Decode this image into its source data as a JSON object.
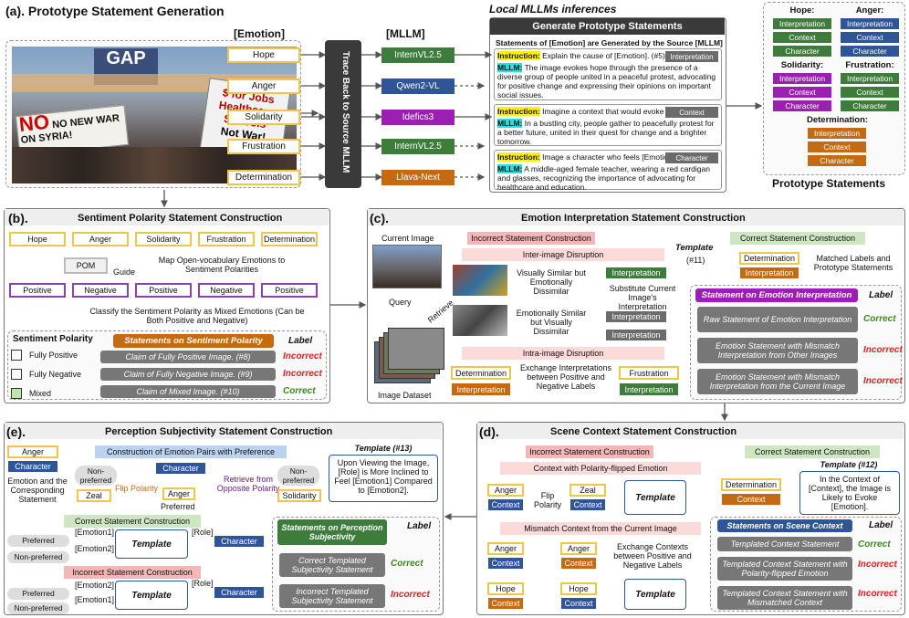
{
  "a": {
    "title": "(a). Prototype Statement Generation",
    "emotion_header": "[Emotion]",
    "mllm_header": "[MLLM]",
    "trace_label": "Trace Back to Source MLLM",
    "emotions": [
      "Hope",
      "Anger",
      "Solidarity",
      "Frustration",
      "Determination"
    ],
    "mllms": [
      "InternVL2.5",
      "Qwen2-VL",
      "Idefics3",
      "InternVL2.5",
      "Llava-Next"
    ],
    "local_title": "Local MLLMs inferences",
    "gen_title": "Generate Prototype Statements",
    "gen_sub": "Statements of [Emotion] are Generated by the Source [MLLM]",
    "instr_label": "Instruction:",
    "mllm_label": "MLLM:",
    "blocks": [
      {
        "instr": "Explain the cause of [Emotion]. (#5)",
        "tag": "Interpretation",
        "resp": "The image evokes hope through the presence of a diverse group of people united in a peaceful protest, advocating for positive change and expressing their opinions on important social issues."
      },
      {
        "instr": "Imagine a context that would evoke [Emotion]. (#6)",
        "tag": "Context",
        "resp": "In a bustling city, people gather to peacefully protest for a better future, united in their quest for change and a brighter tomorrow."
      },
      {
        "instr": "Image a character who feels [Emotion]. (#7)",
        "tag": "Character",
        "resp": "A middle-aged female teacher, wearing a red cardigan and glasses, recognizing the importance of advocating for healthcare and education."
      }
    ],
    "proto_groups": [
      {
        "name": "Hope:",
        "items": [
          "Interpretation",
          "Context",
          "Character"
        ],
        "color": "green"
      },
      {
        "name": "Anger:",
        "items": [
          "Interpretation",
          "Context",
          "Character"
        ],
        "color": "blue"
      },
      {
        "name": "Solidarity:",
        "items": [
          "Interpretation",
          "Context",
          "Character"
        ],
        "color": "purple"
      },
      {
        "name": "Frustration:",
        "items": [
          "Interpretation",
          "Context",
          "Character"
        ],
        "color": "green"
      },
      {
        "name": "Determination:",
        "items": [
          "Interpretation",
          "Context",
          "Character"
        ],
        "color": "orange"
      }
    ],
    "proto_title": "Prototype Statements",
    "sign_text": "NO NEW WAR ON SYRIA!"
  },
  "b": {
    "title": "(b).",
    "heading": "Sentiment Polarity Statement Construction",
    "emotions": [
      "Hope",
      "Anger",
      "Solidarity",
      "Frustration",
      "Determination"
    ],
    "pom": "POM",
    "guide": "Guide",
    "map_text": "Map Open-vocabulary Emotions to Sentiment Polarities",
    "polarities": [
      "Positive",
      "Negative",
      "Positive",
      "Negative",
      "Positive"
    ],
    "classify_text": "Classify the Sentiment Polarity as Mixed Emotions (Can be Both Positive and Negative)",
    "sp_title": "Sentiment Polarity",
    "sp_options": [
      "Fully Positive",
      "Fully Negative",
      "Mixed"
    ],
    "statements_header": "Statements on Sentiment Polarity",
    "label": "Label",
    "statements": [
      "Claim of Fully Positive Image. (#8)",
      "Claim of Fully Negative Image. (#9)",
      "Claim of Mixed Image. (#10)"
    ],
    "labels": [
      "Incorrect",
      "Incorrect",
      "Correct"
    ]
  },
  "c": {
    "title": "(c).",
    "heading": "Emotion Interpretation Statement Construction",
    "current_image": "Current Image",
    "query": "Query",
    "retrieve": "Retrieve",
    "dataset": "Image Dataset",
    "incorrect_title": "Incorrect Statement Construction",
    "inter": "Inter-image Disruption",
    "vis_sim": "Visually Similar but Emotionally Dissimilar",
    "emo_sim": "Emotionally Similar but Visually Dissimilar",
    "substitute": "Substitute Current Image's Interpretation",
    "interp": "Interpretation",
    "intra": "Intra-image Disruption",
    "determination": "Determination",
    "frustration": "Frustration",
    "exchange": "Exchange Interpretations between Positive and Negative Labels",
    "template": "Template",
    "template_num": "(#11)",
    "correct_title": "Correct Statement Construction",
    "matched": "Matched Labels and Prototype Statements",
    "stmt_header": "Statement on Emotion Interpretation",
    "label": "Label",
    "statements": [
      "Raw Statement of Emotion Interpretation",
      "Emotion Statement with Mismatch Interpretation from Other Images",
      "Emotion Statement with Mismatch Interpretation from the Current Image"
    ],
    "labels": [
      "Correct",
      "Incorrect",
      "Incorrect"
    ]
  },
  "d": {
    "title": "(d).",
    "heading": "Scene Context Statement Construction",
    "incorrect_title": "Incorrect Statement Construction",
    "polarity_flip": "Context with Polarity-flipped Emotion",
    "anger": "Anger",
    "zeal": "Zeal",
    "hope": "Hope",
    "context": "Context",
    "flip": "Flip Polarity",
    "template": "Template",
    "mismatch": "Mismatch Context from the Current Image",
    "exchange": "Exchange Contexts between Positive and Negative Labels",
    "correct_title": "Correct Statement Construction",
    "determination": "Determination",
    "template_num": "Template (#12)",
    "template_text": "In the Context of [Context], the Image is Likely to Evoke [Emotion].",
    "stmt_header": "Statements on Scene Context",
    "label": "Label",
    "statements": [
      "Templated Context Statement",
      "Templated Context Statement with Polarity-flipped Emotion",
      "Templated Context Statement with Mismatched Context"
    ],
    "labels": [
      "Correct",
      "Incorrect",
      "Incorrect"
    ]
  },
  "e": {
    "title": "(e).",
    "heading": "Perception Subjectivity Statement Construction",
    "anger": "Anger",
    "character": "Character",
    "emo_note": "Emotion and the Corresponding Statement",
    "pairs_title": "Construction of Emotion Pairs with Preference",
    "non_pref": "Non-preferred",
    "preferred": "Preferred",
    "zeal": "Zeal",
    "solidarity": "Solidarity",
    "flip": "Flip Polarity",
    "retrieve": "Retrieve from Opposite Polarity",
    "template_num": "Template (#13)",
    "template_text": "Upon Viewing the Image, [Role] is More Inclined to Feel [Emotion1] Compared to [Emotion2].",
    "correct_title": "Correct Statement Construction",
    "incorrect_title": "Incorrect Statement Construction",
    "emotion1": "[Emotion1]",
    "emotion2": "[Emotion2]",
    "role": "[Role]",
    "template": "Template",
    "stmt_header": "Statements on Perception Subjectivity",
    "label": "Label",
    "statements": [
      "Correct Templated Subjectivity Statement",
      "Incorrect Templated Subjectivity Statement"
    ],
    "labels": [
      "Correct",
      "Incorrect"
    ]
  }
}
